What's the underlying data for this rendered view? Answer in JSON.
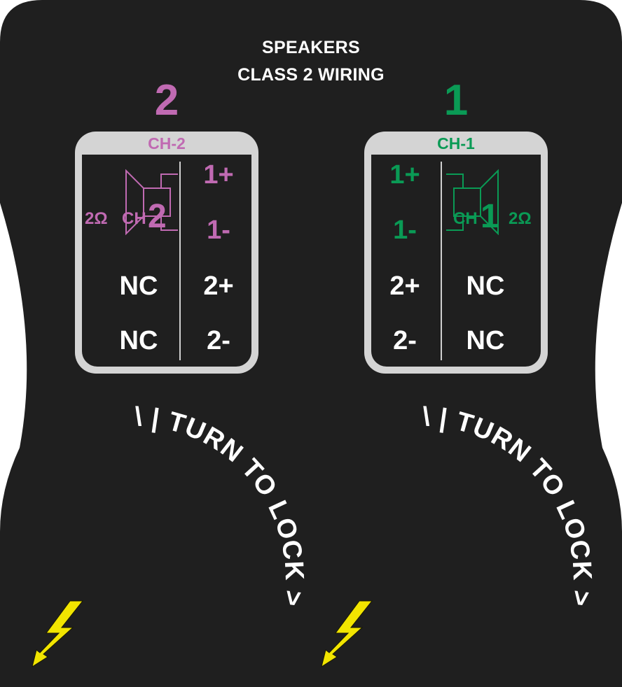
{
  "header": {
    "line1": "SPEAKERS",
    "line2": "CLASS 2 WIRING"
  },
  "colors": {
    "panel": "#1f1f1f",
    "ch2": "#c06ab2",
    "ch1": "#0a9a55",
    "card_frame": "#d4d4d4",
    "bolt": "#f2e500"
  },
  "channels": [
    {
      "number": "2",
      "label": "CH-2",
      "speaker": {
        "impedance": "2Ω",
        "ch_text": "CH",
        "ch_num": "2"
      },
      "terminals": {
        "t1_plus": "1+",
        "t1_minus": "1-",
        "t2_plus": "2+",
        "t2_minus": "2-",
        "nc_a": "NC",
        "nc_b": "NC"
      },
      "lock_text": "\\ | TURN TO LOCK >>"
    },
    {
      "number": "1",
      "label": "CH-1",
      "speaker": {
        "impedance": "2Ω",
        "ch_text": "CH",
        "ch_num": "1"
      },
      "terminals": {
        "t1_plus": "1+",
        "t1_minus": "1-",
        "t2_plus": "2+",
        "t2_minus": "2-",
        "nc_a": "NC",
        "nc_b": "NC"
      },
      "lock_text": "\\ | TURN TO LOCK >>"
    }
  ],
  "icons": {
    "hazard": "lightning-bolt-icon"
  }
}
